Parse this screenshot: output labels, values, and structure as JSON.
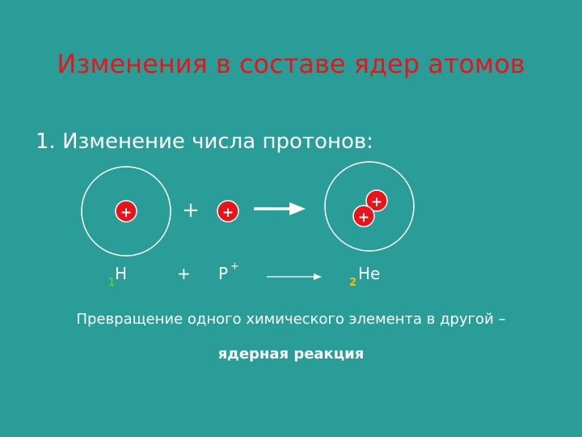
{
  "title": "Изменения в составе ядер атомов",
  "subtitle": "1. Изменение числа протонов:",
  "diagram": {
    "proton_sign": "+",
    "plus_sign": "+",
    "colors": {
      "background": "#2a9d98",
      "title": "#e8141c",
      "proton": "#e8141c",
      "shell": "#ffffff",
      "subscript_h": "#66dd33",
      "subscript_he": "#f2c200"
    }
  },
  "equation": {
    "h_subscript": "1",
    "h_symbol": "H",
    "plus": "+",
    "p_symbol": "P",
    "p_superscript": "+",
    "he_subscript": "2",
    "he_symbol": "He"
  },
  "description": "Превращение одного химического элемента в другой –",
  "reaction_term": "ядерная реакция"
}
